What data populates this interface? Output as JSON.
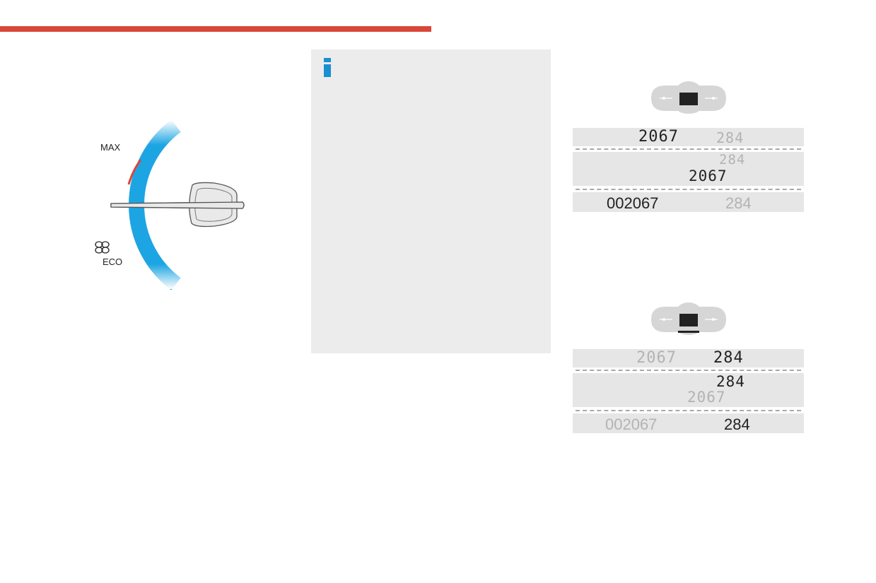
{
  "colors": {
    "accent_red": "#d9473a",
    "gauge_blue": "#1da5e3",
    "info_blue": "#1a8fd1",
    "lcd_active": "#222222",
    "lcd_inactive": "#b3b3b3"
  },
  "gauge": {
    "max_label": "MAX",
    "eco_label": "ECO",
    "eco_icon": "leaf-eco-icon",
    "needle_icon": "gauge-needle-icon"
  },
  "info_panel": {
    "icon": "info-icon"
  },
  "displays": [
    {
      "cluster_icon": "instrument-cluster-icon",
      "row1": {
        "left": "2067",
        "right": "284"
      },
      "row2": {
        "top": "284",
        "bottom": "2067"
      },
      "row3": {
        "left": "002067",
        "right": "284"
      },
      "highlight": "total"
    },
    {
      "cluster_icon": "instrument-cluster-icon",
      "row1": {
        "left": "2067",
        "right": "284"
      },
      "row2": {
        "top": "284",
        "bottom": "2067"
      },
      "row3": {
        "left": "002067",
        "right": "284"
      },
      "highlight": "trip"
    }
  ]
}
